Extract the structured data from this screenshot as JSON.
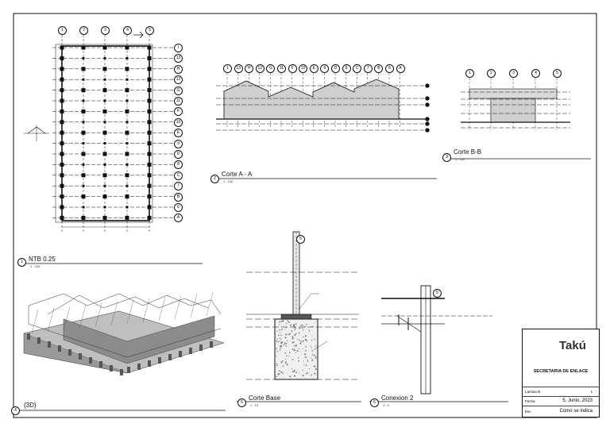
{
  "views": {
    "plan": {
      "number": "1",
      "title": "NTB 0.25",
      "scale": "1 : 100"
    },
    "section_a": {
      "number": "2",
      "title": "Corte A - A",
      "scale": "1 : 100"
    },
    "section_b": {
      "number": "3",
      "title": "Corte B-B",
      "scale": "1 : 100"
    },
    "view_3d": {
      "number": "4",
      "title": "{3D}"
    },
    "base_section": {
      "number": "5",
      "title": "Corte Base",
      "scale": "1 : 10"
    },
    "connection": {
      "number": "6",
      "title": "Conexion 2",
      "scale": "1 : 5"
    }
  },
  "plan_grid": {
    "columns": [
      "1",
      "2",
      "3",
      "4",
      "5"
    ],
    "rows": [
      "I",
      "13",
      "H",
      "12",
      "G",
      "11",
      "F",
      "10",
      "E",
      "9",
      "D",
      "8",
      "C",
      "7",
      "B",
      "6",
      "A"
    ]
  },
  "section_a_grid": [
    "1",
    "13",
    "H",
    "12",
    "G",
    "11",
    "F",
    "10",
    "E",
    "9",
    "D",
    "8",
    "C",
    "7",
    "B",
    "6",
    "A"
  ],
  "section_b_grid": [
    "1",
    "2",
    "3",
    "4",
    "5"
  ],
  "base_grid": "5",
  "connection_grid": "5",
  "title_block": {
    "logo_text": "Takú",
    "org": "SECRETARIA DE ENLACE",
    "rows": [
      {
        "label": "Lamina N.",
        "value": "1"
      },
      {
        "label": "Fecha",
        "value": "5, Junio, 2023"
      },
      {
        "label": "Esc.",
        "value": "Como se indica"
      }
    ]
  }
}
